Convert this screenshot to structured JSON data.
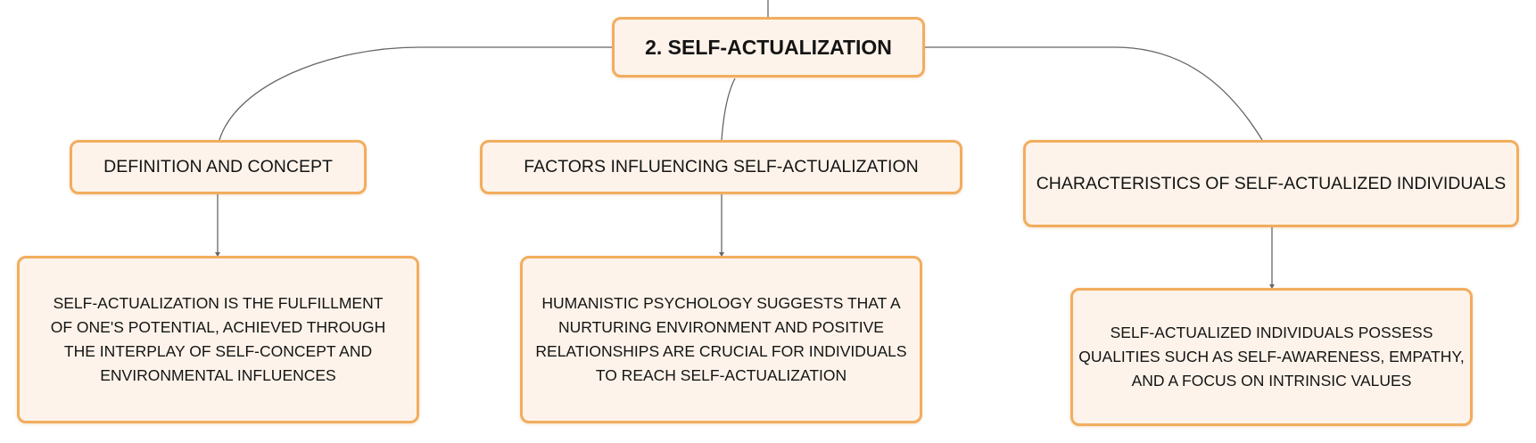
{
  "root": {
    "label": "2. SELF-ACTUALIZATION"
  },
  "topics": [
    {
      "label": "DEFINITION AND CONCEPT",
      "detail": "SELF-ACTUALIZATION IS THE FULFILLMENT OF ONE'S POTENTIAL, ACHIEVED THROUGH THE INTERPLAY OF SELF-CONCEPT AND ENVIRONMENTAL INFLUENCES"
    },
    {
      "label": "FACTORS INFLUENCING SELF-ACTUALIZATION",
      "detail": "HUMANISTIC PSYCHOLOGY SUGGESTS THAT A NURTURING ENVIRONMENT AND POSITIVE RELATIONSHIPS ARE CRUCIAL FOR INDIVIDUALS TO REACH SELF-ACTUALIZATION"
    },
    {
      "label": "CHARACTERISTICS OF SELF-ACTUALIZED INDIVIDUALS",
      "detail": "SELF-ACTUALIZED INDIVIDUALS POSSESS QUALITIES SUCH AS SELF-AWARENESS, EMPATHY, AND A FOCUS ON INTRINSIC VALUES"
    }
  ],
  "colors": {
    "node_fill": "#fdf3ea",
    "node_border": "#f2ad5e",
    "connector": "#666666",
    "text": "#141414"
  }
}
